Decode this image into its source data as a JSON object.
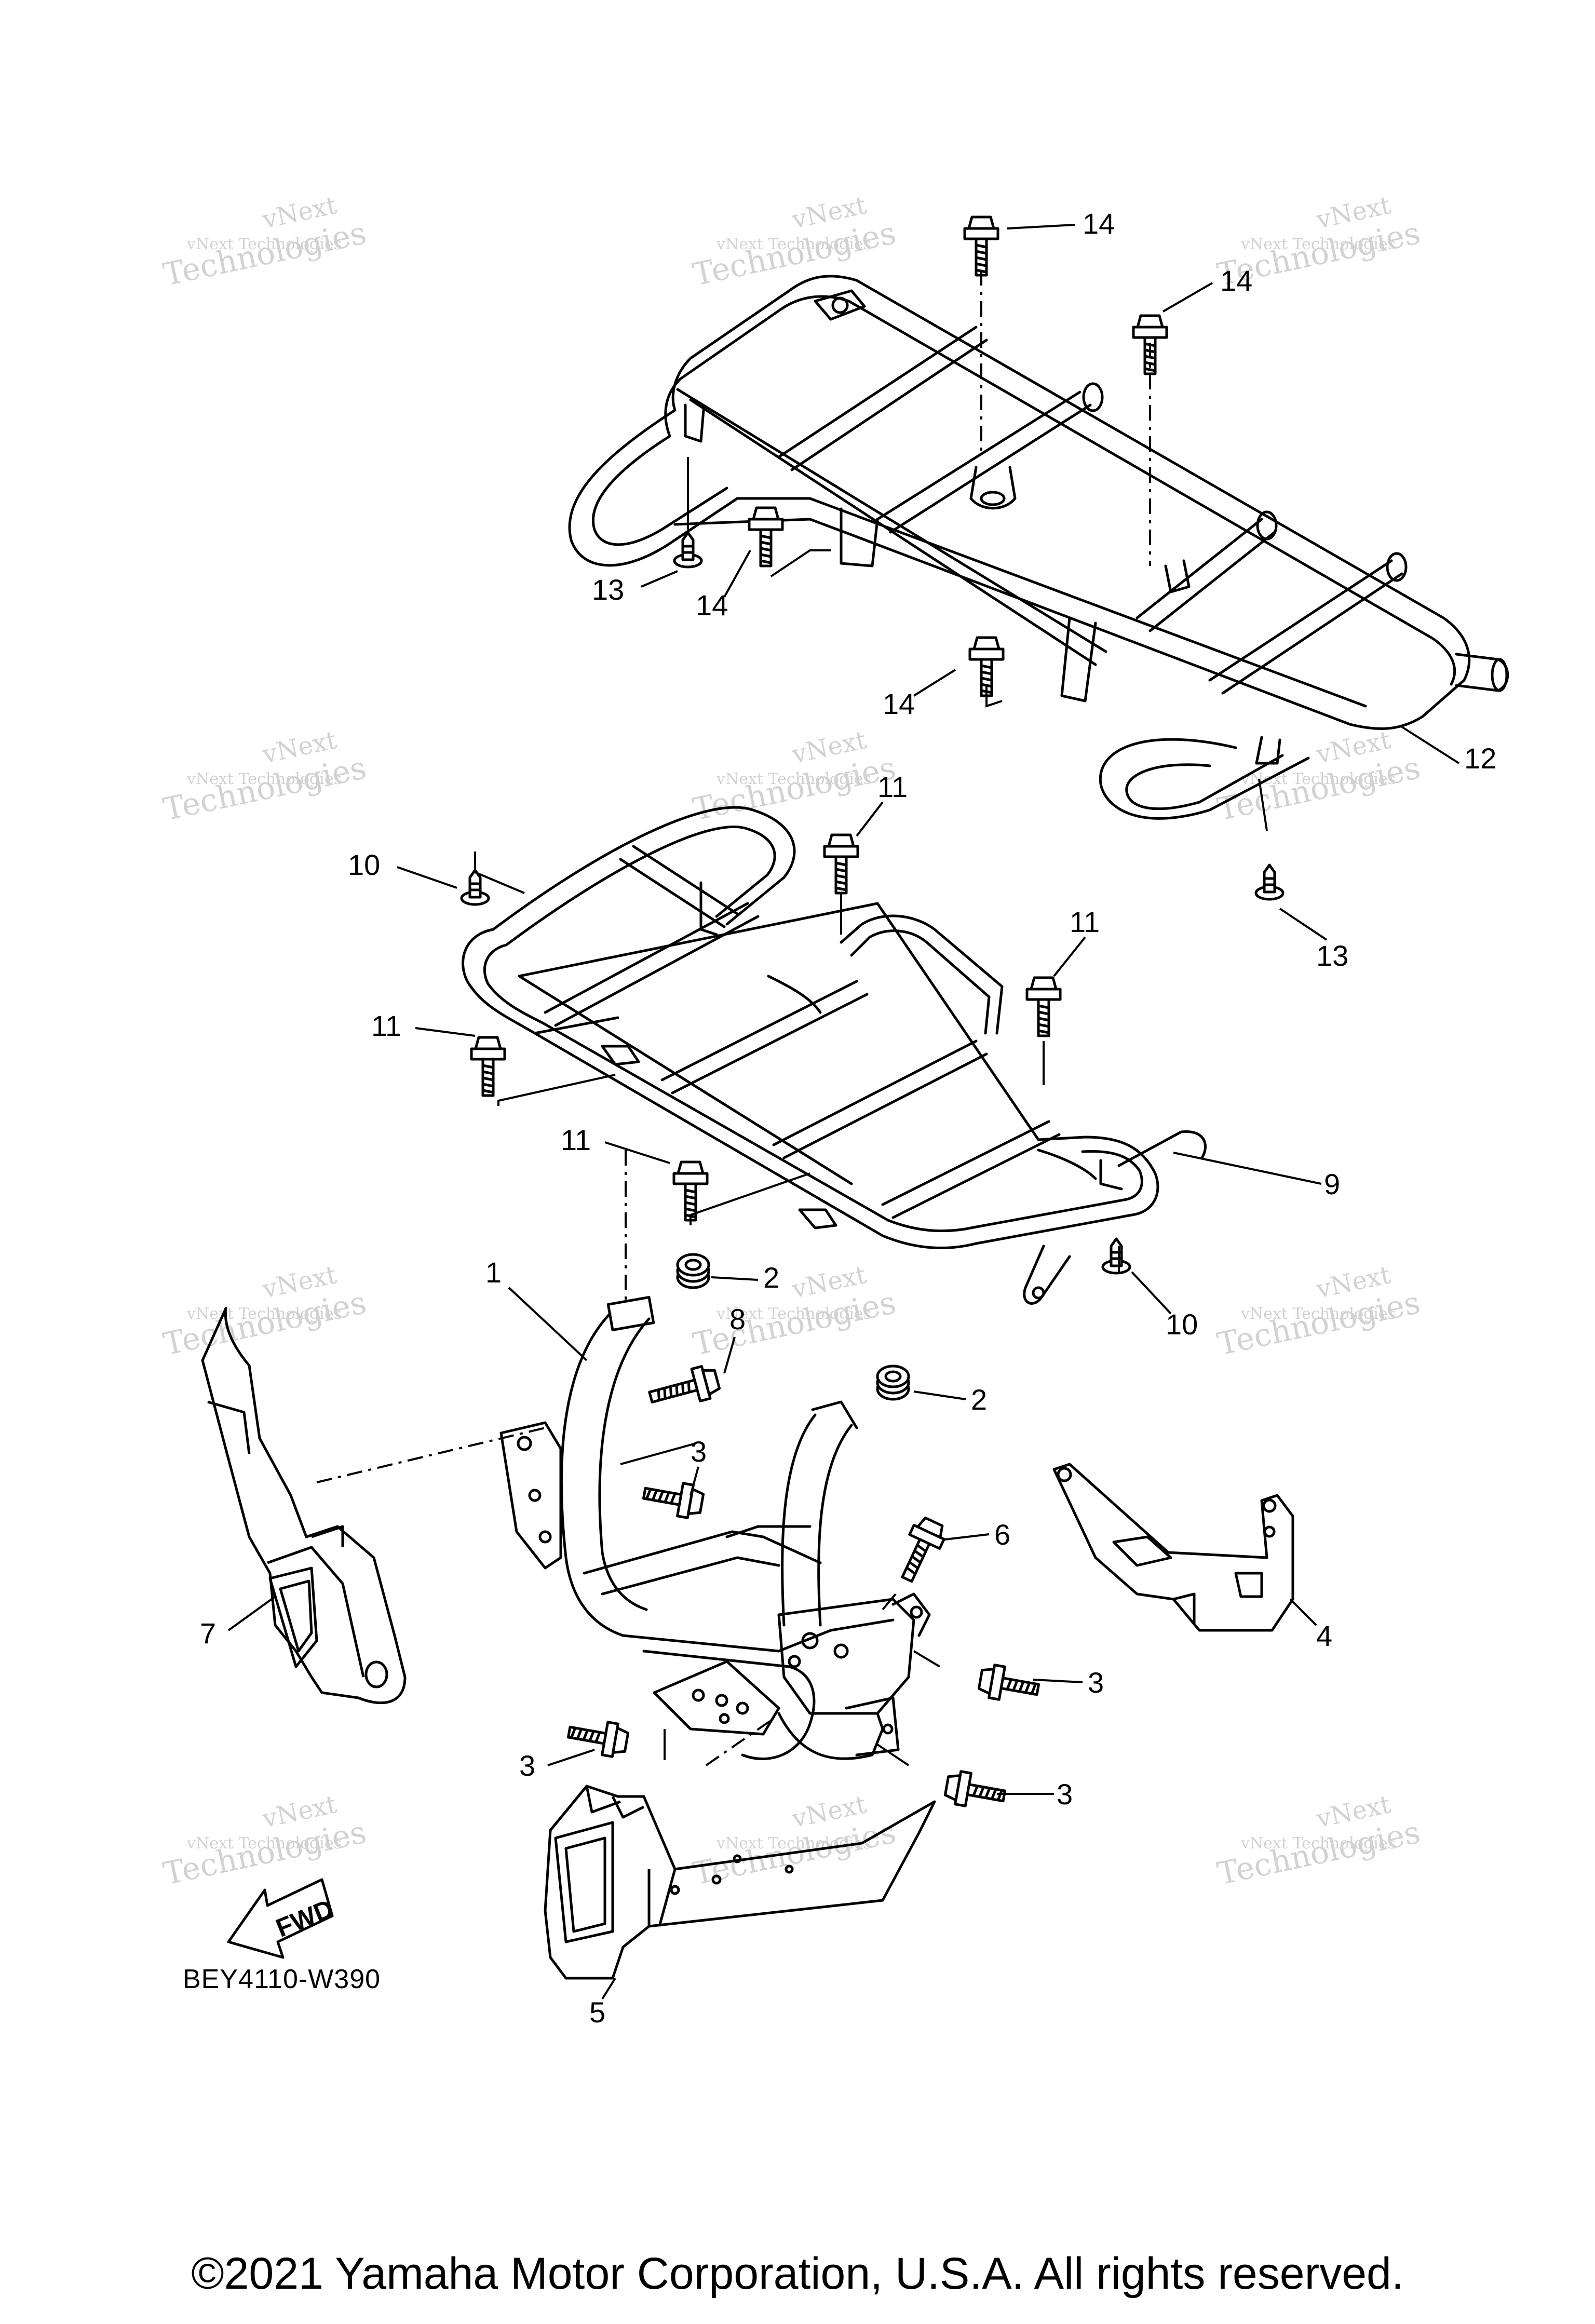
{
  "diagram": {
    "code": "BEY4110-W390",
    "copyright": "©2021 Yamaha Motor Corporation, U.S.A. All rights reserved.",
    "fwd_label": "FWD",
    "watermark": {
      "line1": "vNext",
      "line2": "vNext Technologies",
      "line3": "Technologies"
    },
    "callouts": [
      {
        "id": "c14a",
        "label": "14"
      },
      {
        "id": "c14b",
        "label": "14"
      },
      {
        "id": "c14c",
        "label": "14"
      },
      {
        "id": "c14d",
        "label": "14"
      },
      {
        "id": "c13a",
        "label": "13"
      },
      {
        "id": "c13b",
        "label": "13"
      },
      {
        "id": "c12",
        "label": "12"
      },
      {
        "id": "c11a",
        "label": "11"
      },
      {
        "id": "c11b",
        "label": "11"
      },
      {
        "id": "c11c",
        "label": "11"
      },
      {
        "id": "c11d",
        "label": "11"
      },
      {
        "id": "c10a",
        "label": "10"
      },
      {
        "id": "c10b",
        "label": "10"
      },
      {
        "id": "c9",
        "label": "9"
      },
      {
        "id": "c1",
        "label": "1"
      },
      {
        "id": "c2a",
        "label": "2"
      },
      {
        "id": "c2b",
        "label": "2"
      },
      {
        "id": "c8",
        "label": "8"
      },
      {
        "id": "c3a",
        "label": "3"
      },
      {
        "id": "c3b",
        "label": "3"
      },
      {
        "id": "c3c",
        "label": "3"
      },
      {
        "id": "c3d",
        "label": "3"
      },
      {
        "id": "c6",
        "label": "6"
      },
      {
        "id": "c4",
        "label": "4"
      },
      {
        "id": "c7",
        "label": "7"
      },
      {
        "id": "c5",
        "label": "5"
      }
    ]
  }
}
